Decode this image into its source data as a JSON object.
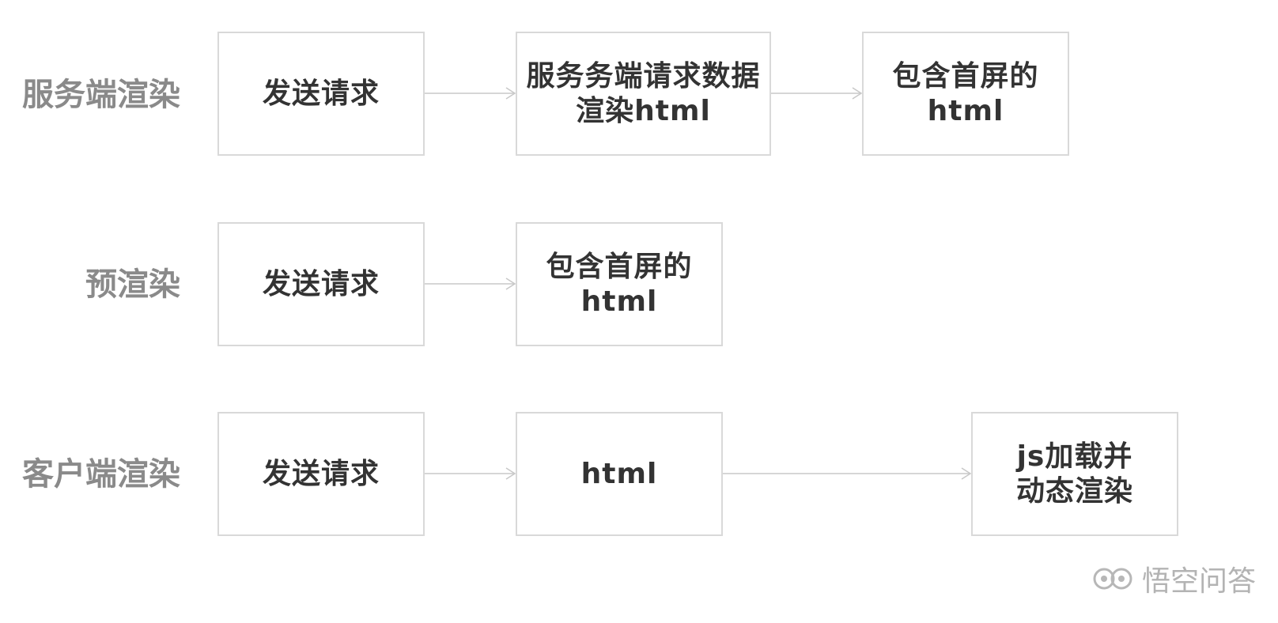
{
  "rows": [
    {
      "label": "服务端渲染",
      "steps": [
        "发送请求",
        "服务务端请求数据\n渲染html",
        "包含首屏的\nhtml"
      ]
    },
    {
      "label": "预渲染",
      "steps": [
        "发送请求",
        "包含首屏的\nhtml"
      ]
    },
    {
      "label": "客户端渲染",
      "steps": [
        "发送请求",
        "html",
        "js加载并\n动态渲染"
      ]
    }
  ],
  "watermark": {
    "text": "悟空问答",
    "icon": "wukong-logo-icon"
  },
  "colors": {
    "box_border": "#d9d9d9",
    "arrow": "#c8c8c8",
    "label": "#8a8a8a",
    "box_text": "#333333"
  }
}
